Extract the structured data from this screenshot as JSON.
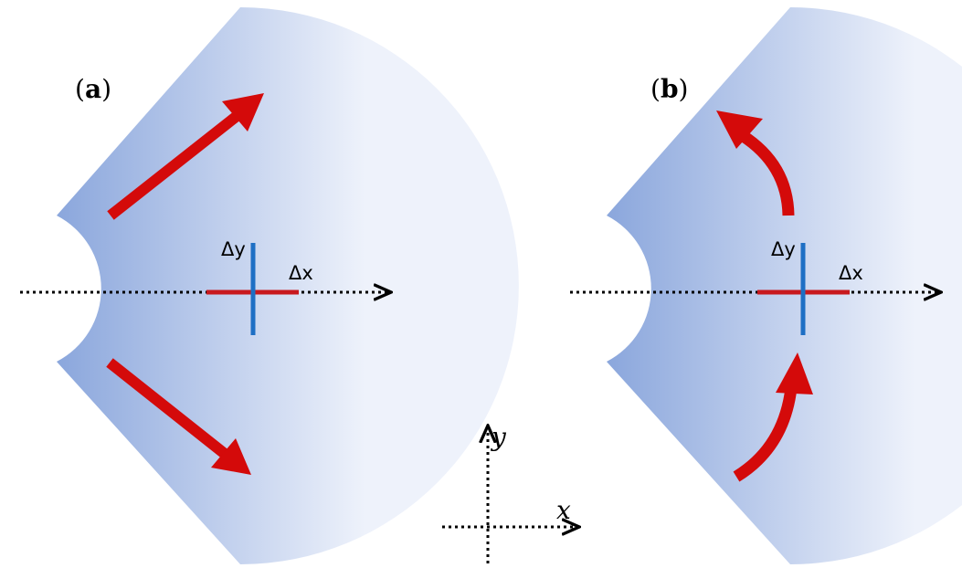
{
  "panels": [
    {
      "label_open": "(",
      "label_letter": "a",
      "label_close": ")",
      "delta_y": "Δy",
      "delta_x": "Δx",
      "arrow_style": "straight"
    },
    {
      "label_open": "(",
      "label_letter": "b",
      "label_close": ")",
      "delta_y": "Δy",
      "delta_x": "Δx",
      "arrow_style": "curved"
    }
  ],
  "axes": {
    "x_label": "x",
    "y_label": "y"
  },
  "colors": {
    "wedge_inner": "#8aa6dc",
    "wedge_outer": "#eef2fb",
    "arrow": "#d40a0a",
    "delta_x_bar": "#c8191e",
    "delta_y_bar": "#1e6fc4",
    "dotted_axis": "#000000"
  }
}
